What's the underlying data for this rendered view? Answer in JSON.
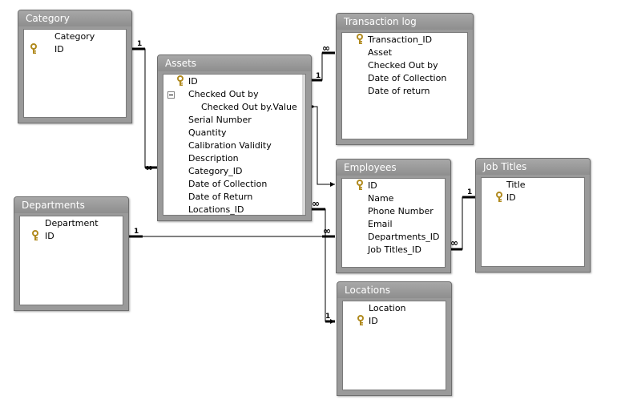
{
  "tables": {
    "category": {
      "title": "Category",
      "fields": [
        "Category",
        "ID"
      ]
    },
    "assets": {
      "title": "Assets",
      "fields": [
        "ID",
        "Checked Out by",
        "Checked Out by.Value",
        "Serial Number",
        "Quantity",
        "Calibration Validity",
        "Description",
        "Category_ID",
        "Date of Collection",
        "Date of Return",
        "Locations_ID"
      ]
    },
    "transaction_log": {
      "title": "Transaction log",
      "fields": [
        "Transaction_ID",
        "Asset",
        "Checked Out by",
        "Date of Collection",
        "Date of return"
      ]
    },
    "departments": {
      "title": "Departments",
      "fields": [
        "Department",
        "ID"
      ]
    },
    "employees": {
      "title": "Employees",
      "fields": [
        "ID",
        "Name",
        "Phone Number",
        "Email",
        "Departments_ID",
        "Job Titles_ID"
      ]
    },
    "job_titles": {
      "title": "Job Titles",
      "fields": [
        "Title",
        "ID"
      ]
    },
    "locations": {
      "title": "Locations",
      "fields": [
        "Location",
        "ID"
      ]
    }
  },
  "relationship_labels": {
    "one": "1",
    "many": "∞"
  },
  "icons": {
    "key": "key-icon",
    "expand": "collapse-icon"
  }
}
